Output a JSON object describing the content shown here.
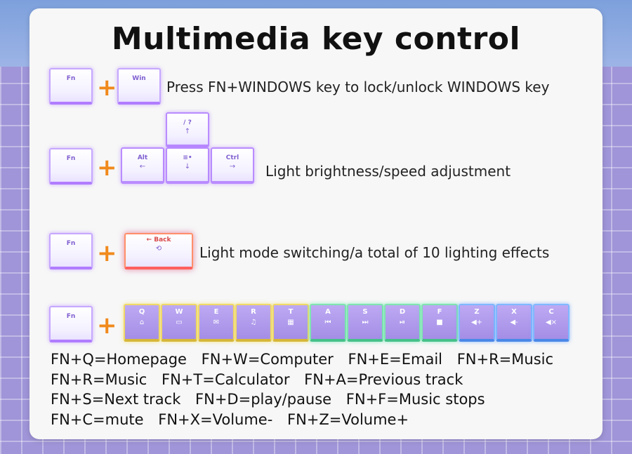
{
  "title": "Multimedia key control",
  "rows": [
    {
      "description": "Press FN+WINDOWS key to lock/unlock WINDOWS key",
      "keys": [
        {
          "label": "Fn"
        },
        {
          "label": "Win"
        }
      ]
    },
    {
      "description": "Light brightness/speed adjustment",
      "keys": [
        {
          "label": "Fn"
        },
        {
          "label": "Alt",
          "glyph": "←"
        },
        {
          "label": "/ ?",
          "glyph": "↑"
        },
        {
          "label": "≡•",
          "glyph": "↓"
        },
        {
          "label": "Ctrl",
          "glyph": "→"
        }
      ]
    },
    {
      "description": "Light mode switching/a total of 10 lighting effects",
      "keys": [
        {
          "label": "Fn"
        },
        {
          "label": "← Back",
          "glyph": "⟲"
        }
      ]
    },
    {
      "keys": [
        {
          "label": "Fn"
        },
        {
          "label": "Q",
          "glyph": "⌂"
        },
        {
          "label": "W",
          "glyph": "▭"
        },
        {
          "label": "E",
          "glyph": "✉"
        },
        {
          "label": "R",
          "glyph": "♫"
        },
        {
          "label": "T",
          "glyph": "▦"
        },
        {
          "label": "A",
          "glyph": "⏮"
        },
        {
          "label": "S",
          "glyph": "⏭"
        },
        {
          "label": "D",
          "glyph": "⏯"
        },
        {
          "label": "F",
          "glyph": "■"
        },
        {
          "label": "Z",
          "glyph": "◀+"
        },
        {
          "label": "X",
          "glyph": "◀-"
        },
        {
          "label": "C",
          "glyph": "◀×"
        }
      ]
    }
  ],
  "plus_sign": "+",
  "legend_rows": [
    [
      "FN+Q=Homepage",
      "FN+W=Computer",
      "FN+E=Email",
      "FN+R=Music"
    ],
    [
      "FN+R=Music",
      "FN+T=Calculator",
      "FN+A=Previous track"
    ],
    [
      "FN+S=Next track",
      "FN+D=play/pause",
      "FN+F=Music stops"
    ],
    [
      "FN+C=mute",
      "FN+X=Volume-",
      "FN+Z=Volume+"
    ]
  ],
  "colors": {
    "plus": "#f08a1c",
    "key_glow_purple": "#b07cff",
    "key_glow_yellow": "#f0d868",
    "key_glow_green": "#7fe4b0",
    "key_glow_blue": "#7fb8ff",
    "background_grid": "#9f95d8"
  }
}
